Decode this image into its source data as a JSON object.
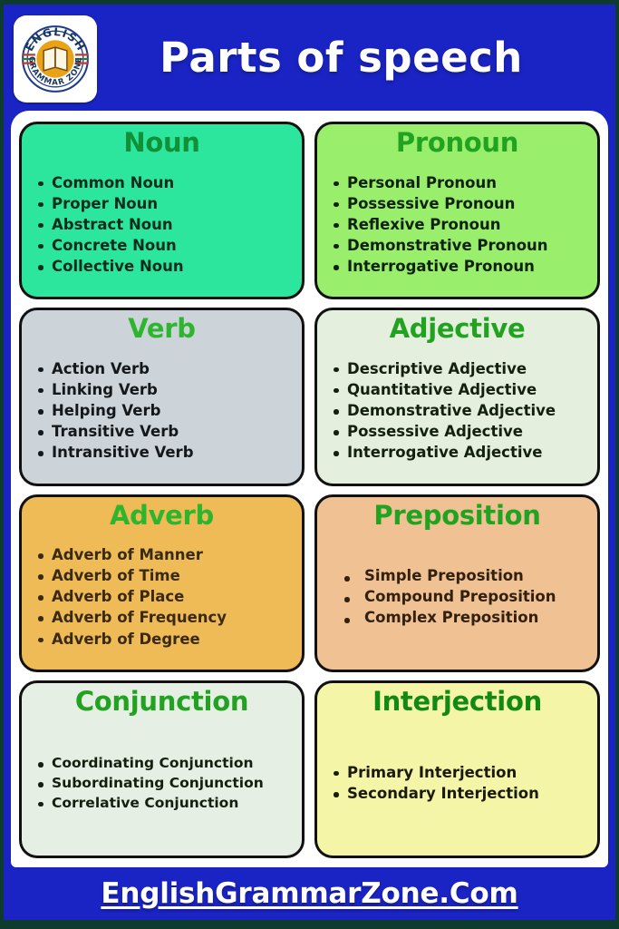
{
  "header": {
    "title": "Parts of speech",
    "logo": {
      "icon": "open-book-icon",
      "top_text": "ENGLISH",
      "bottom_text": "GRAMMAR ZONE"
    },
    "background_color": "#1a24c4"
  },
  "colors": {
    "frame": "#0d3b2e",
    "banner_blue": "#1a24c4",
    "panel": "#ffffff",
    "card_border": "#111111",
    "heading_green": "#21a321",
    "heading_green_dark": "#129038"
  },
  "cards": [
    {
      "title": "Noun",
      "bg": "#2de69d",
      "title_color": "#129038",
      "text_color": "#0d2d1c",
      "items": [
        "Common Noun",
        "Proper Noun",
        "Abstract Noun",
        "Concrete Noun",
        "Collective Noun"
      ]
    },
    {
      "title": "Pronoun",
      "bg": "#99ee6c",
      "title_color": "#21a321",
      "text_color": "#10210f",
      "items": [
        "Personal Pronoun",
        "Possessive Pronoun",
        "Reflexive Pronoun",
        "Demonstrative Pronoun",
        "Interrogative Pronoun"
      ]
    },
    {
      "title": "Verb",
      "bg": "#ccd4da",
      "title_color": "#2eb52e",
      "text_color": "#15181a",
      "items": [
        "Action Verb",
        "Linking Verb",
        "Helping Verb",
        "Transitive Verb",
        "Intransitive Verb"
      ]
    },
    {
      "title": "Adjective",
      "bg": "#e4f0dd",
      "title_color": "#21a321",
      "text_color": "#14200f",
      "items": [
        "Descriptive Adjective",
        "Quantitative Adjective",
        "Demonstrative Adjective",
        "Possessive Adjective",
        "Interrogative Adjective"
      ]
    },
    {
      "title": "Adverb",
      "bg": "#efbb57",
      "title_color": "#2eb52e",
      "text_color": "#3a2a14",
      "items": [
        "Adverb of Manner",
        "Adverb of Time",
        "Adverb of Place",
        "Adverb of Frequency",
        "Adverb of Degree"
      ]
    },
    {
      "title": "Preposition",
      "bg": "#f0c193",
      "title_color": "#21a321",
      "text_color": "#33210f",
      "items": [
        "Simple Preposition",
        "Compound Preposition",
        "Complex Preposition"
      ]
    },
    {
      "title": "Conjunction",
      "bg": "#e6efe3",
      "title_color": "#21a321",
      "text_color": "#14200f",
      "items": [
        "Coordinating Conjunction",
        "Subordinating Conjunction",
        "Correlative Conjunction"
      ]
    },
    {
      "title": "Interjection",
      "bg": "#f5f5a8",
      "title_color": "#128a12",
      "text_color": "#1a1a0d",
      "items": [
        "Primary Interjection",
        "Secondary Interjection"
      ]
    }
  ],
  "footer": {
    "website": "EnglishGrammarZone.Com"
  }
}
